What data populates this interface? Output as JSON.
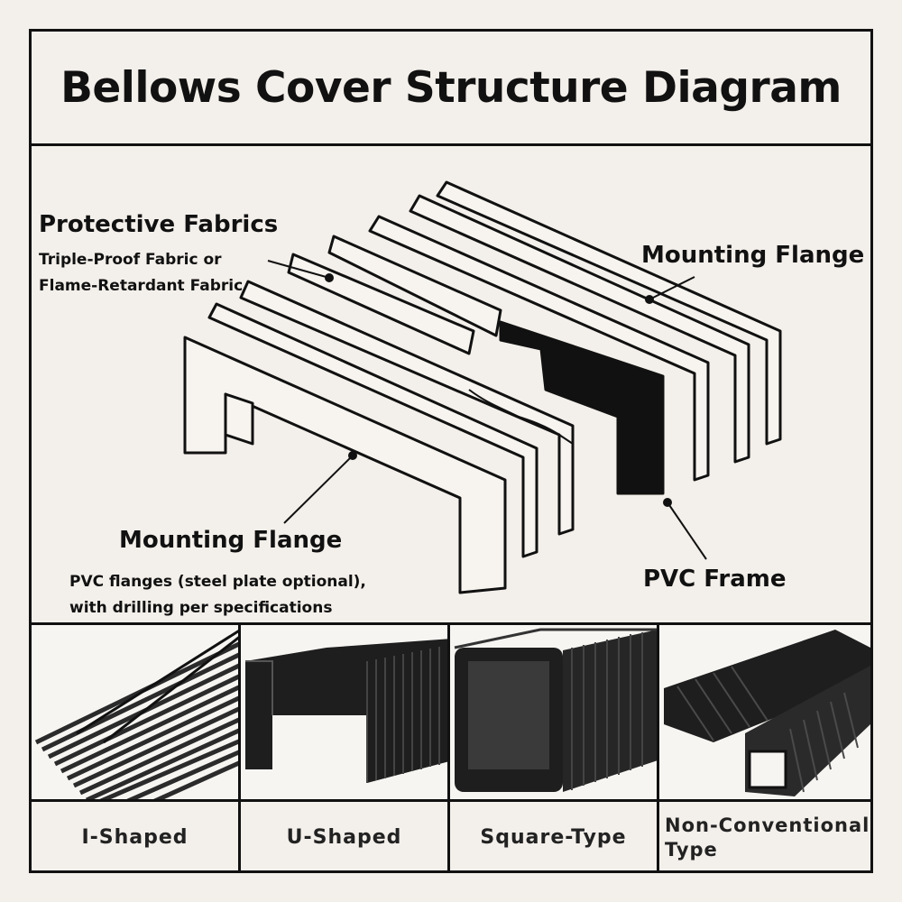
{
  "title": "Bellows Cover Structure Diagram",
  "diagram": {
    "labels": {
      "protective_fabrics": "Protective Fabrics",
      "fabric_line1": "Triple-Proof Fabric or",
      "fabric_line2": "Flame-Retardant Fabric",
      "mounting_flange_top": "Mounting Flange",
      "mounting_flange_bottom": "Mounting Flange",
      "flange_note_line1": "PVC flanges (steel plate optional),",
      "flange_note_line2": "with drilling per specifications",
      "pvc_frame": "PVC Frame"
    }
  },
  "types": [
    {
      "label": "I-Shaped",
      "icon": "i-shaped-bellows-photo"
    },
    {
      "label": "U-Shaped",
      "icon": "u-shaped-bellows-photo"
    },
    {
      "label": "Square-Type",
      "icon": "square-type-bellows-photo"
    },
    {
      "label": "Non-Conventional Type",
      "icon": "non-conventional-bellows-photo"
    }
  ],
  "colors": {
    "ink": "#111111",
    "background": "#f3efea",
    "bellows": "#1e1e1e"
  }
}
